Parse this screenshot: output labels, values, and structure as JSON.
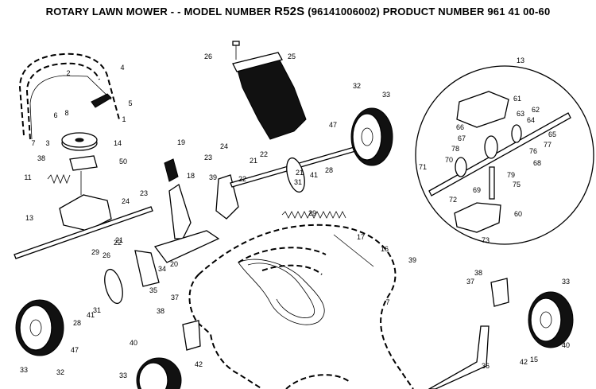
{
  "header": {
    "prefix": "ROTARY LAWN MOWER - - MODEL NUMBER",
    "model": "R52S",
    "suffix": "(96141006002) PRODUCT NUMBER 961 41 00-60"
  },
  "callouts": [
    {
      "id": "c26",
      "label": "26"
    },
    {
      "id": "c25",
      "label": "25"
    },
    {
      "id": "c13a",
      "label": "13"
    },
    {
      "id": "c4",
      "label": "4"
    },
    {
      "id": "c2",
      "label": "2"
    },
    {
      "id": "c8",
      "label": "8"
    },
    {
      "id": "c1",
      "label": "1"
    },
    {
      "id": "c5",
      "label": "5"
    },
    {
      "id": "c6",
      "label": "6"
    },
    {
      "id": "c3",
      "label": "3"
    },
    {
      "id": "c7a",
      "label": "7"
    },
    {
      "id": "c14",
      "label": "14"
    },
    {
      "id": "c38a",
      "label": "38"
    },
    {
      "id": "c50",
      "label": "50"
    },
    {
      "id": "c11",
      "label": "11"
    },
    {
      "id": "c13b",
      "label": "13"
    },
    {
      "id": "c19",
      "label": "19"
    },
    {
      "id": "c18",
      "label": "18"
    },
    {
      "id": "c23a",
      "label": "23"
    },
    {
      "id": "c24a",
      "label": "24"
    },
    {
      "id": "c24b",
      "label": "24"
    },
    {
      "id": "c23b",
      "label": "23"
    },
    {
      "id": "c21a",
      "label": "21"
    },
    {
      "id": "c22a",
      "label": "22"
    },
    {
      "id": "c39a",
      "label": "39"
    },
    {
      "id": "c21b",
      "label": "21"
    },
    {
      "id": "c22b",
      "label": "22"
    },
    {
      "id": "c31a",
      "label": "31"
    },
    {
      "id": "c41a",
      "label": "41"
    },
    {
      "id": "c28a",
      "label": "28"
    },
    {
      "id": "c47a",
      "label": "47"
    },
    {
      "id": "c29a",
      "label": "29"
    },
    {
      "id": "c32a",
      "label": "32"
    },
    {
      "id": "c33a",
      "label": "33"
    },
    {
      "id": "c17",
      "label": "17"
    },
    {
      "id": "c16",
      "label": "16"
    },
    {
      "id": "c39b",
      "label": "39"
    },
    {
      "id": "c7b",
      "label": "7"
    },
    {
      "id": "c29b",
      "label": "29"
    },
    {
      "id": "c26b",
      "label": "26"
    },
    {
      "id": "c22c",
      "label": "22"
    },
    {
      "id": "c21c",
      "label": "21"
    },
    {
      "id": "c34",
      "label": "34"
    },
    {
      "id": "c20",
      "label": "20"
    },
    {
      "id": "c35",
      "label": "35"
    },
    {
      "id": "c31b",
      "label": "31"
    },
    {
      "id": "c41b",
      "label": "41"
    },
    {
      "id": "c28b",
      "label": "28"
    },
    {
      "id": "c47b",
      "label": "47"
    },
    {
      "id": "c33b",
      "label": "33"
    },
    {
      "id": "c32b",
      "label": "32"
    },
    {
      "id": "c38b",
      "label": "38"
    },
    {
      "id": "c37a",
      "label": "37"
    },
    {
      "id": "c40a",
      "label": "40"
    },
    {
      "id": "c33c",
      "label": "33"
    },
    {
      "id": "c42a",
      "label": "42"
    },
    {
      "id": "c38c",
      "label": "38"
    },
    {
      "id": "c37b",
      "label": "37"
    },
    {
      "id": "c33d",
      "label": "33"
    },
    {
      "id": "c42b",
      "label": "42"
    },
    {
      "id": "c15",
      "label": "15"
    },
    {
      "id": "c40b",
      "label": "40"
    },
    {
      "id": "c36",
      "label": "36"
    },
    {
      "id": "c61",
      "label": "61"
    },
    {
      "id": "c62",
      "label": "62"
    },
    {
      "id": "c63",
      "label": "63"
    },
    {
      "id": "c64",
      "label": "64"
    },
    {
      "id": "c66",
      "label": "66"
    },
    {
      "id": "c65",
      "label": "65"
    },
    {
      "id": "c67",
      "label": "67"
    },
    {
      "id": "c77",
      "label": "77"
    },
    {
      "id": "c76",
      "label": "76"
    },
    {
      "id": "c78",
      "label": "78"
    },
    {
      "id": "c68",
      "label": "68"
    },
    {
      "id": "c70",
      "label": "70"
    },
    {
      "id": "c71",
      "label": "71"
    },
    {
      "id": "c79",
      "label": "79"
    },
    {
      "id": "c75",
      "label": "75"
    },
    {
      "id": "c69",
      "label": "69"
    },
    {
      "id": "c72",
      "label": "72"
    },
    {
      "id": "c60",
      "label": "60"
    },
    {
      "id": "c73",
      "label": "73"
    }
  ]
}
